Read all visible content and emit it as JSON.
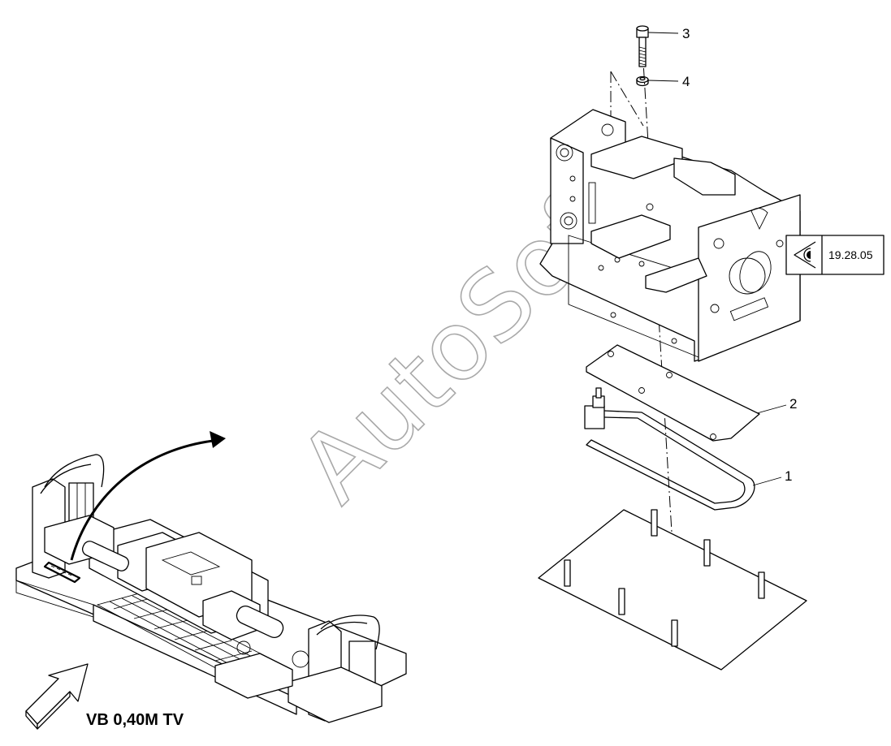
{
  "callouts": [
    {
      "id": "3",
      "label": "3"
    },
    {
      "id": "4",
      "label": "4"
    },
    {
      "id": "2",
      "label": "2"
    },
    {
      "id": "1",
      "label": "1"
    }
  ],
  "reference": {
    "icon": "eye-view-icon",
    "label": "19.28.05"
  },
  "model_label": "VB 0,40M TV",
  "watermark": "AutoSoft",
  "colors": {
    "line": "#000000",
    "watermark": "#a9a9a9",
    "background": "#ffffff"
  }
}
